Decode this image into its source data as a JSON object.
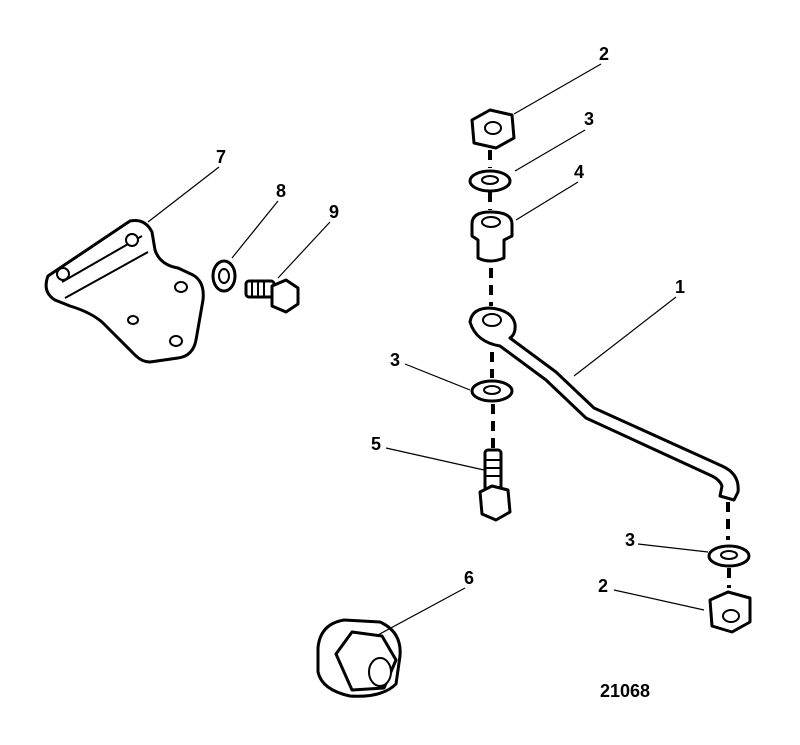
{
  "figure_id": "21068",
  "callouts": [
    "1",
    "2",
    "2",
    "3",
    "3",
    "3",
    "4",
    "5",
    "6",
    "7",
    "8",
    "9"
  ]
}
